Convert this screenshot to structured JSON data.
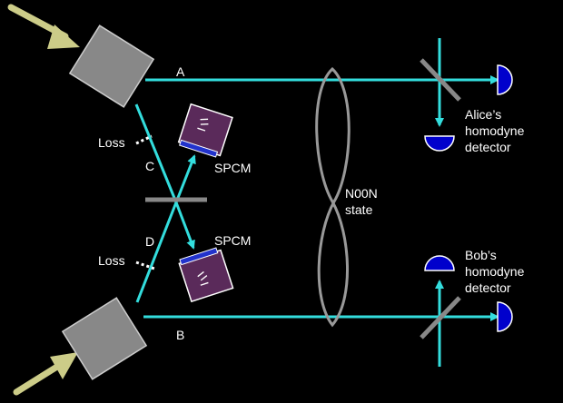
{
  "colors": {
    "background": "#000000",
    "beam": "#33dddd",
    "pump_arrow": "#cccc88",
    "crystal": "#888888",
    "splitter": "#888888",
    "spcm_body": "#5a2a5a",
    "spcm_window": "#2233cc",
    "detector": "#0000cc",
    "loss": "#ffffff",
    "n00n_outline": "#999999",
    "text": "#ffffff"
  },
  "labels": {
    "mode_a": "A",
    "mode_b": "B",
    "mode_c": "C",
    "mode_d": "D",
    "loss_top": "Loss",
    "loss_bottom": "Loss",
    "spcm_top": "SPCM",
    "spcm_bottom": "SPCM",
    "n00n_line1": "N00N",
    "n00n_line2": "state",
    "alice_line1": "Alice’s",
    "alice_line2": "homodyne",
    "alice_line3": "detector",
    "bob_line1": "Bob’s",
    "bob_line2": "homodyne",
    "bob_line3": "detector"
  },
  "icons": {
    "pump_arrow_top": "pump-arrow-icon",
    "pump_arrow_bottom": "pump-arrow-icon",
    "crystal_top": "nonlinear-crystal-icon",
    "crystal_bottom": "nonlinear-crystal-icon",
    "spcm": "photon-counter-icon",
    "detector": "photodiode-icon",
    "beam_splitter": "beam-splitter-icon"
  }
}
